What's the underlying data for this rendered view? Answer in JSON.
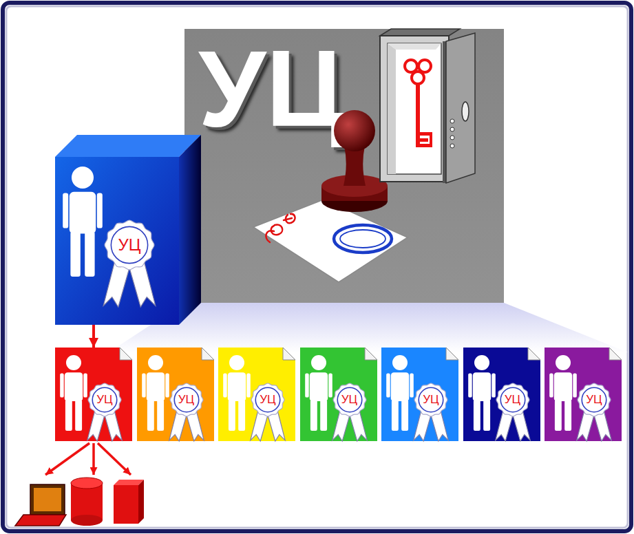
{
  "diagram": {
    "nodes": [
      {
        "text": [
          "УЦ"
        ]
      },
      {
        "text": [
          "УЦ"
        ]
      },
      {
        "text": [
          "УЦ"
        ]
      },
      {
        "text": [
          "УЦ"
        ]
      },
      {
        "text": [
          "УЦ"
        ]
      },
      {
        "text": [
          "УЦ"
        ]
      },
      {
        "text": [
          "УЦ"
        ]
      },
      {
        "text": [
          "УЦ"
        ]
      },
      {
        "text": [
          "УЦ"
        ]
      }
    ],
    "edges": [
      {
        "from": 1,
        "to": 2,
        "arrow": "to"
      }
    ]
  }
}
